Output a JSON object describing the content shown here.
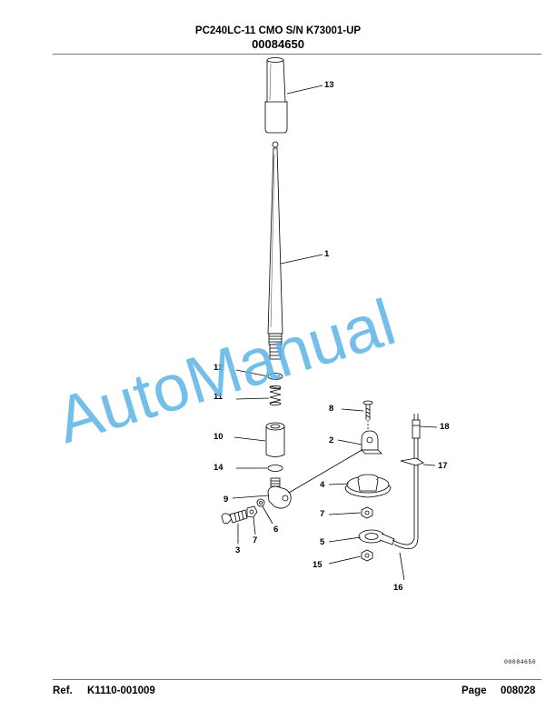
{
  "header": {
    "model_line": "PC240LC-11 CMO S/N K73001-UP",
    "part_number": "00084650"
  },
  "callouts": {
    "c1": "1",
    "c2": "2",
    "c3": "3",
    "c4": "4",
    "c5": "5",
    "c6": "6",
    "c7a": "7",
    "c7b": "7",
    "c8": "8",
    "c9": "9",
    "c10": "10",
    "c11": "11",
    "c12": "12",
    "c13": "13",
    "c14": "14",
    "c15": "15",
    "c16": "16",
    "c17": "17",
    "c18": "18"
  },
  "drawing_code": "00084650",
  "footer": {
    "ref_label": "Ref.",
    "ref_value": "K1110-001009",
    "page_label": "Page",
    "page_value": "008028"
  },
  "watermark": {
    "text": "AutoManual",
    "color": "#5ab4e6"
  }
}
